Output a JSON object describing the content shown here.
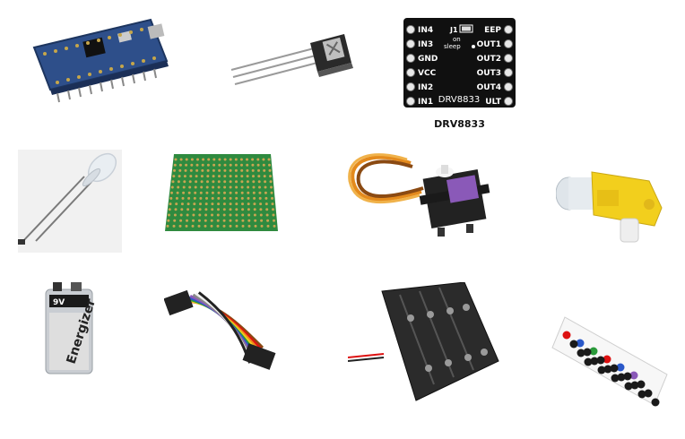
{
  "products": {
    "arduino_nano": {
      "label": "Arduino Nano board"
    },
    "ir_receiver": {
      "label": "IR receiver"
    },
    "driver_board": {
      "caption": "DRV8833",
      "board_title": "DRV8833",
      "left_pins": [
        "IN4",
        "IN3",
        "GND",
        "VCC",
        "IN2",
        "IN1"
      ],
      "right_pins": [
        "EEP",
        "OUT1",
        "OUT2",
        "OUT3",
        "OUT4",
        "ULT"
      ],
      "jumper_label": "J1",
      "on_label": "on",
      "sleep_label": "sleep"
    },
    "led": {
      "label": "LED"
    },
    "pcb": {
      "label": "perfboard"
    },
    "servo": {
      "label": "micro servo"
    },
    "gear_motor": {
      "label": "yellow gear motor"
    },
    "battery": {
      "voltage": "9V",
      "brand": "Energizer"
    },
    "jumper_wires": {
      "label": "jumper wires"
    },
    "battery_holder": {
      "label": "4xAA battery holder"
    },
    "ir_remote": {
      "label": "IR remote"
    }
  },
  "colors": {
    "board_blue": "#2e4f8a",
    "pcb_green": "#2f8a3f",
    "driver_black": "#101010",
    "motor_yellow": "#f2cf1d",
    "servo_black": "#222222",
    "battery_silver": "#c9cdd2"
  }
}
